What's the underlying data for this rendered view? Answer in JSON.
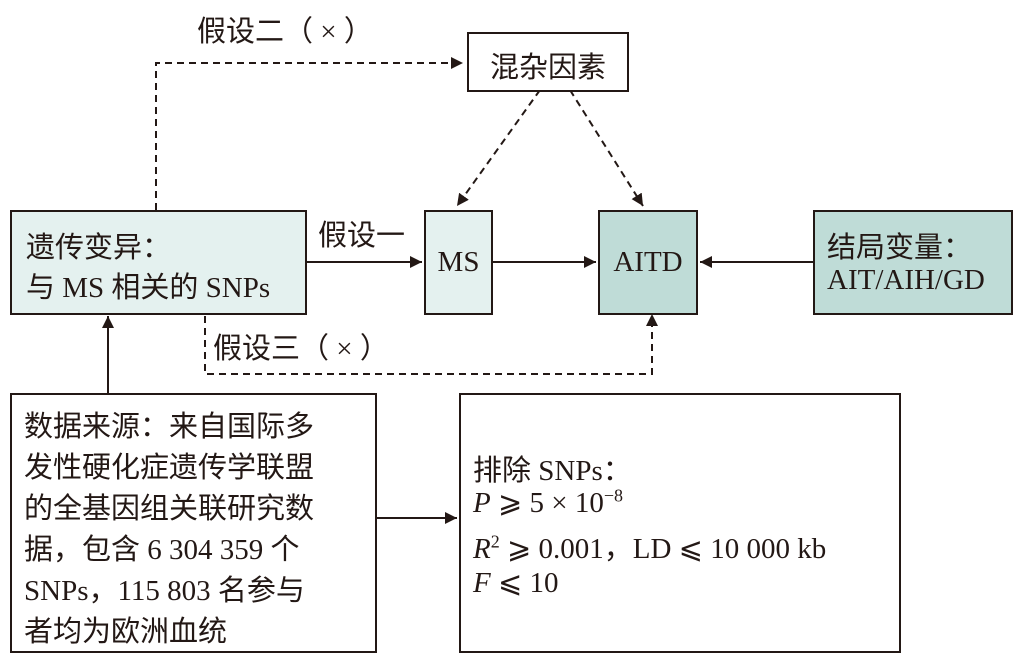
{
  "labels": {
    "hypothesis_two": "假设二（ × ）",
    "hypothesis_one": "假设一",
    "hypothesis_three": "假设三（ × ）"
  },
  "nodes": {
    "confounders": {
      "text": "混杂因素"
    },
    "genetic_variation": {
      "line1": "遗传变异：",
      "line2": "与 MS 相关的 SNPs"
    },
    "ms": {
      "text": "MS"
    },
    "aitd": {
      "text": "AITD"
    },
    "outcome": {
      "line1": "结局变量：",
      "line2": "AIT/AIH/GD"
    },
    "data_source": {
      "lines": [
        "数据来源：来自国际多",
        "发性硬化症遗传学联盟",
        "的全基因组关联研究数",
        "据，包含 6 304 359 个",
        "SNPs，115 803 名参与",
        "者均为欧洲血统"
      ]
    },
    "exclusion": {
      "title": "排除 SNPs：",
      "p_var": "P",
      "p_rel": " ⩾ 5 × 10",
      "p_exp": "−8",
      "r_var": "R",
      "r_exp": "2",
      "r_rest": " ⩾ 0.001，LD ⩽ 10 000 kb",
      "f_var": "F",
      "f_rest": " ⩽ 10"
    }
  },
  "colors": {
    "light_fill": "#e4f1ef",
    "dark_fill": "#bfdcd7",
    "stroke": "#231815"
  }
}
